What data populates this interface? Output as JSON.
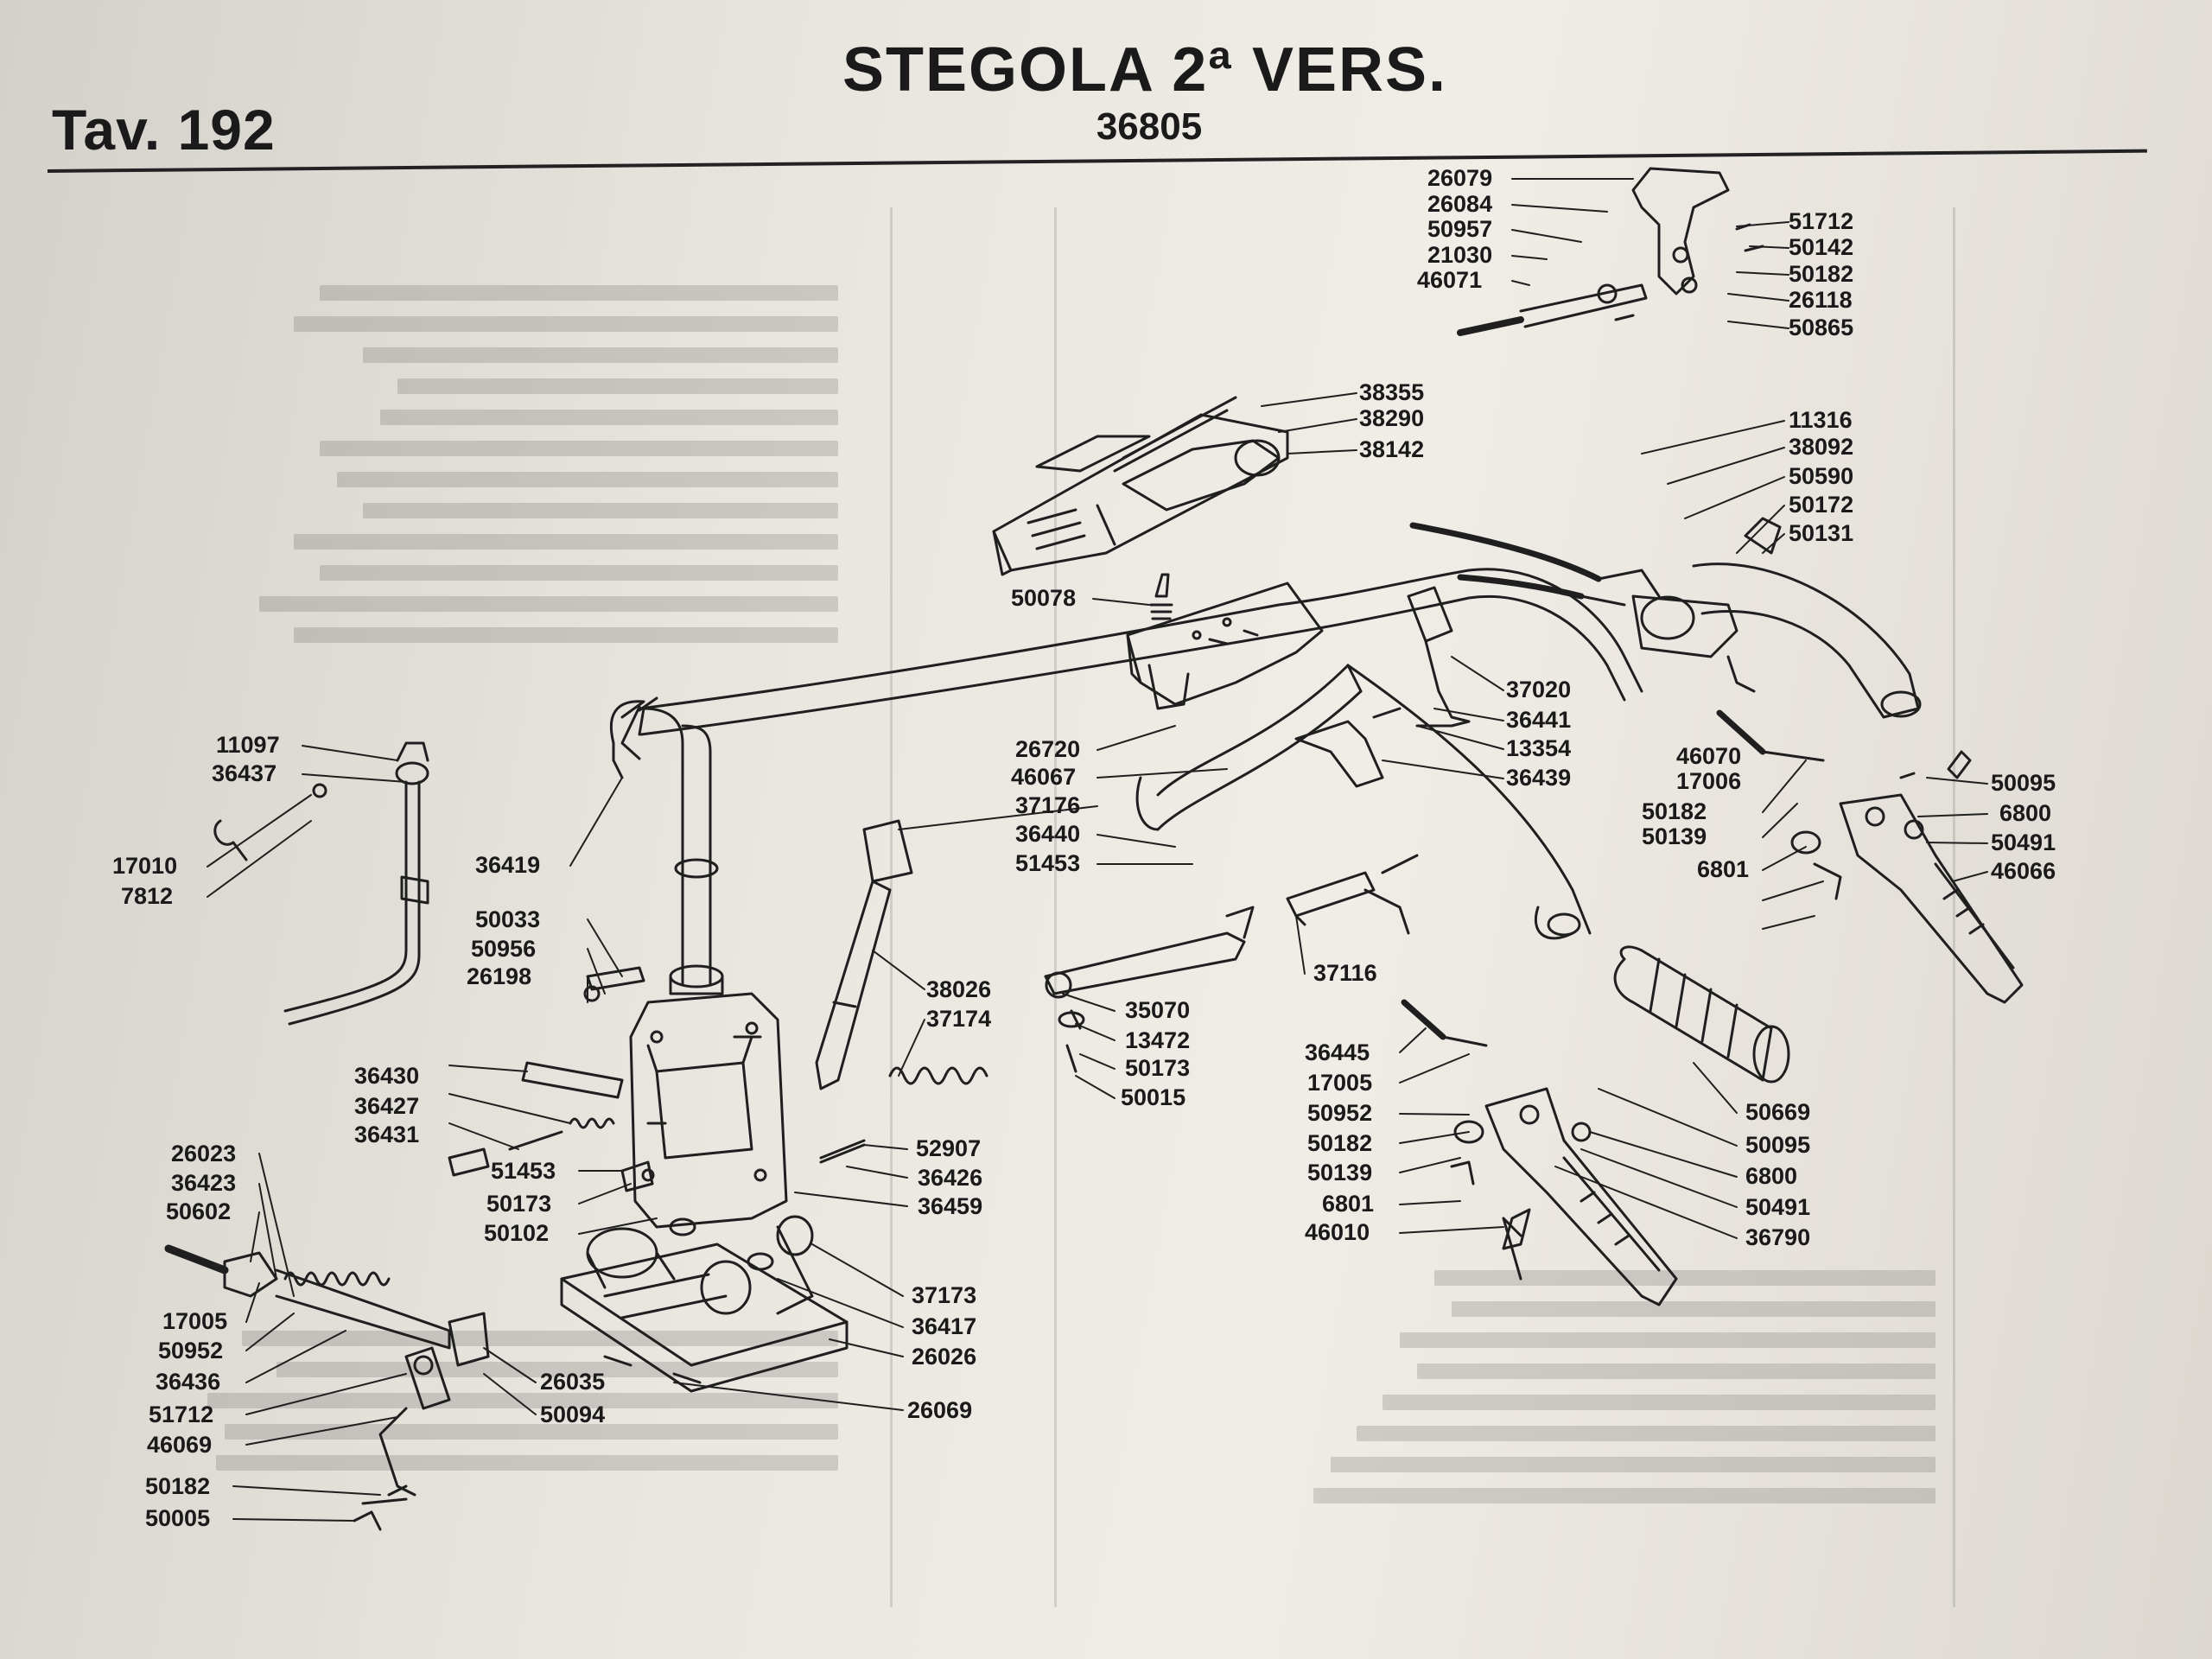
{
  "header": {
    "plate": "Tav. 192",
    "title": "STEGOLA 2ª VERS.",
    "code": "36805"
  },
  "labels": {
    "l26079": "26079",
    "l26084": "26084",
    "l50957": "50957",
    "l21030": "21030",
    "l46071": "46071",
    "l51712a": "51712",
    "l50142": "50142",
    "l50182a": "50182",
    "l26118": "26118",
    "l50865": "50865",
    "l38355": "38355",
    "l38290": "38290",
    "l38142": "38142",
    "l11316": "11316",
    "l38092": "38092",
    "l50590": "50590",
    "l50172": "50172",
    "l50131": "50131",
    "l50078": "50078",
    "l37020": "37020",
    "l36441": "36441",
    "l13354": "13354",
    "l36439": "36439",
    "l26720": "26720",
    "l46067": "46067",
    "l37176": "37176",
    "l36440": "36440",
    "l51453a": "51453",
    "l46070": "46070",
    "l17006": "17006",
    "l50182b": "50182",
    "l50139a": "50139",
    "l6801a": "6801",
    "l50095a": "50095",
    "l6800a": "6800",
    "l50491a": "50491",
    "l46066": "46066",
    "l11097": "11097",
    "l36437": "36437",
    "l17010": "17010",
    "l7812": "7812",
    "l36419": "36419",
    "l50033": "50033",
    "l50956": "50956",
    "l26198": "26198",
    "l38026": "38026",
    "l37174": "37174",
    "l35070": "35070",
    "l13472": "13472",
    "l50173a": "50173",
    "l50015": "50015",
    "l37116": "37116",
    "l36445": "36445",
    "l17005a": "17005",
    "l50952a": "50952",
    "l50182c": "50182",
    "l50139b": "50139",
    "l6801b": "6801",
    "l46010": "46010",
    "l50669": "50669",
    "l50095b": "50095",
    "l6800b": "6800",
    "l50491b": "50491",
    "l36790": "36790",
    "l36430": "36430",
    "l36427": "36427",
    "l36431": "36431",
    "l51453b": "51453",
    "l50173b": "50173",
    "l50102": "50102",
    "l52907": "52907",
    "l36426": "36426",
    "l36459": "36459",
    "l26023": "26023",
    "l36423": "36423",
    "l50602": "50602",
    "l37173": "37173",
    "l36417": "36417",
    "l26026": "26026",
    "l26069": "26069",
    "l17005b": "17005",
    "l50952b": "50952",
    "l36436": "36436",
    "l51712b": "51712",
    "l46069": "46069",
    "l26035": "26035",
    "l50094": "50094",
    "l50182d": "50182",
    "l50005": "50005"
  },
  "colors": {
    "ink": "#1a1a1a",
    "paper": "#ebe7e1"
  }
}
